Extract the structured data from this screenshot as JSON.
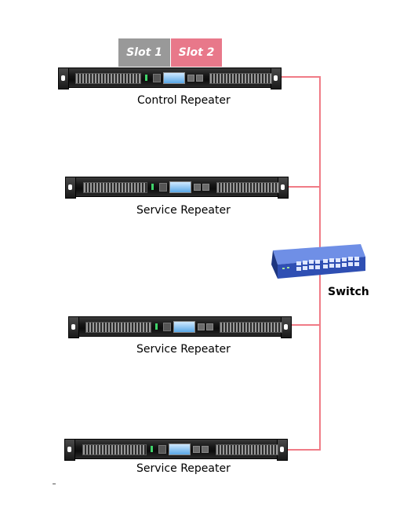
{
  "slots": [
    {
      "label": "Slot 1",
      "color": "#999999"
    },
    {
      "label": "Slot 2",
      "color": "#e8788a"
    }
  ],
  "devices": [
    {
      "id": "control",
      "label": "Control Repeater"
    },
    {
      "id": "service1",
      "label": "Service Repeater"
    },
    {
      "id": "service2",
      "label": "Service Repeater"
    },
    {
      "id": "service3",
      "label": "Service Repeater"
    }
  ],
  "switch": {
    "label": "Switch",
    "icon": "network-switch-icon"
  },
  "colors": {
    "link": "#f07b86",
    "switch_body": "#3a5fc8"
  }
}
